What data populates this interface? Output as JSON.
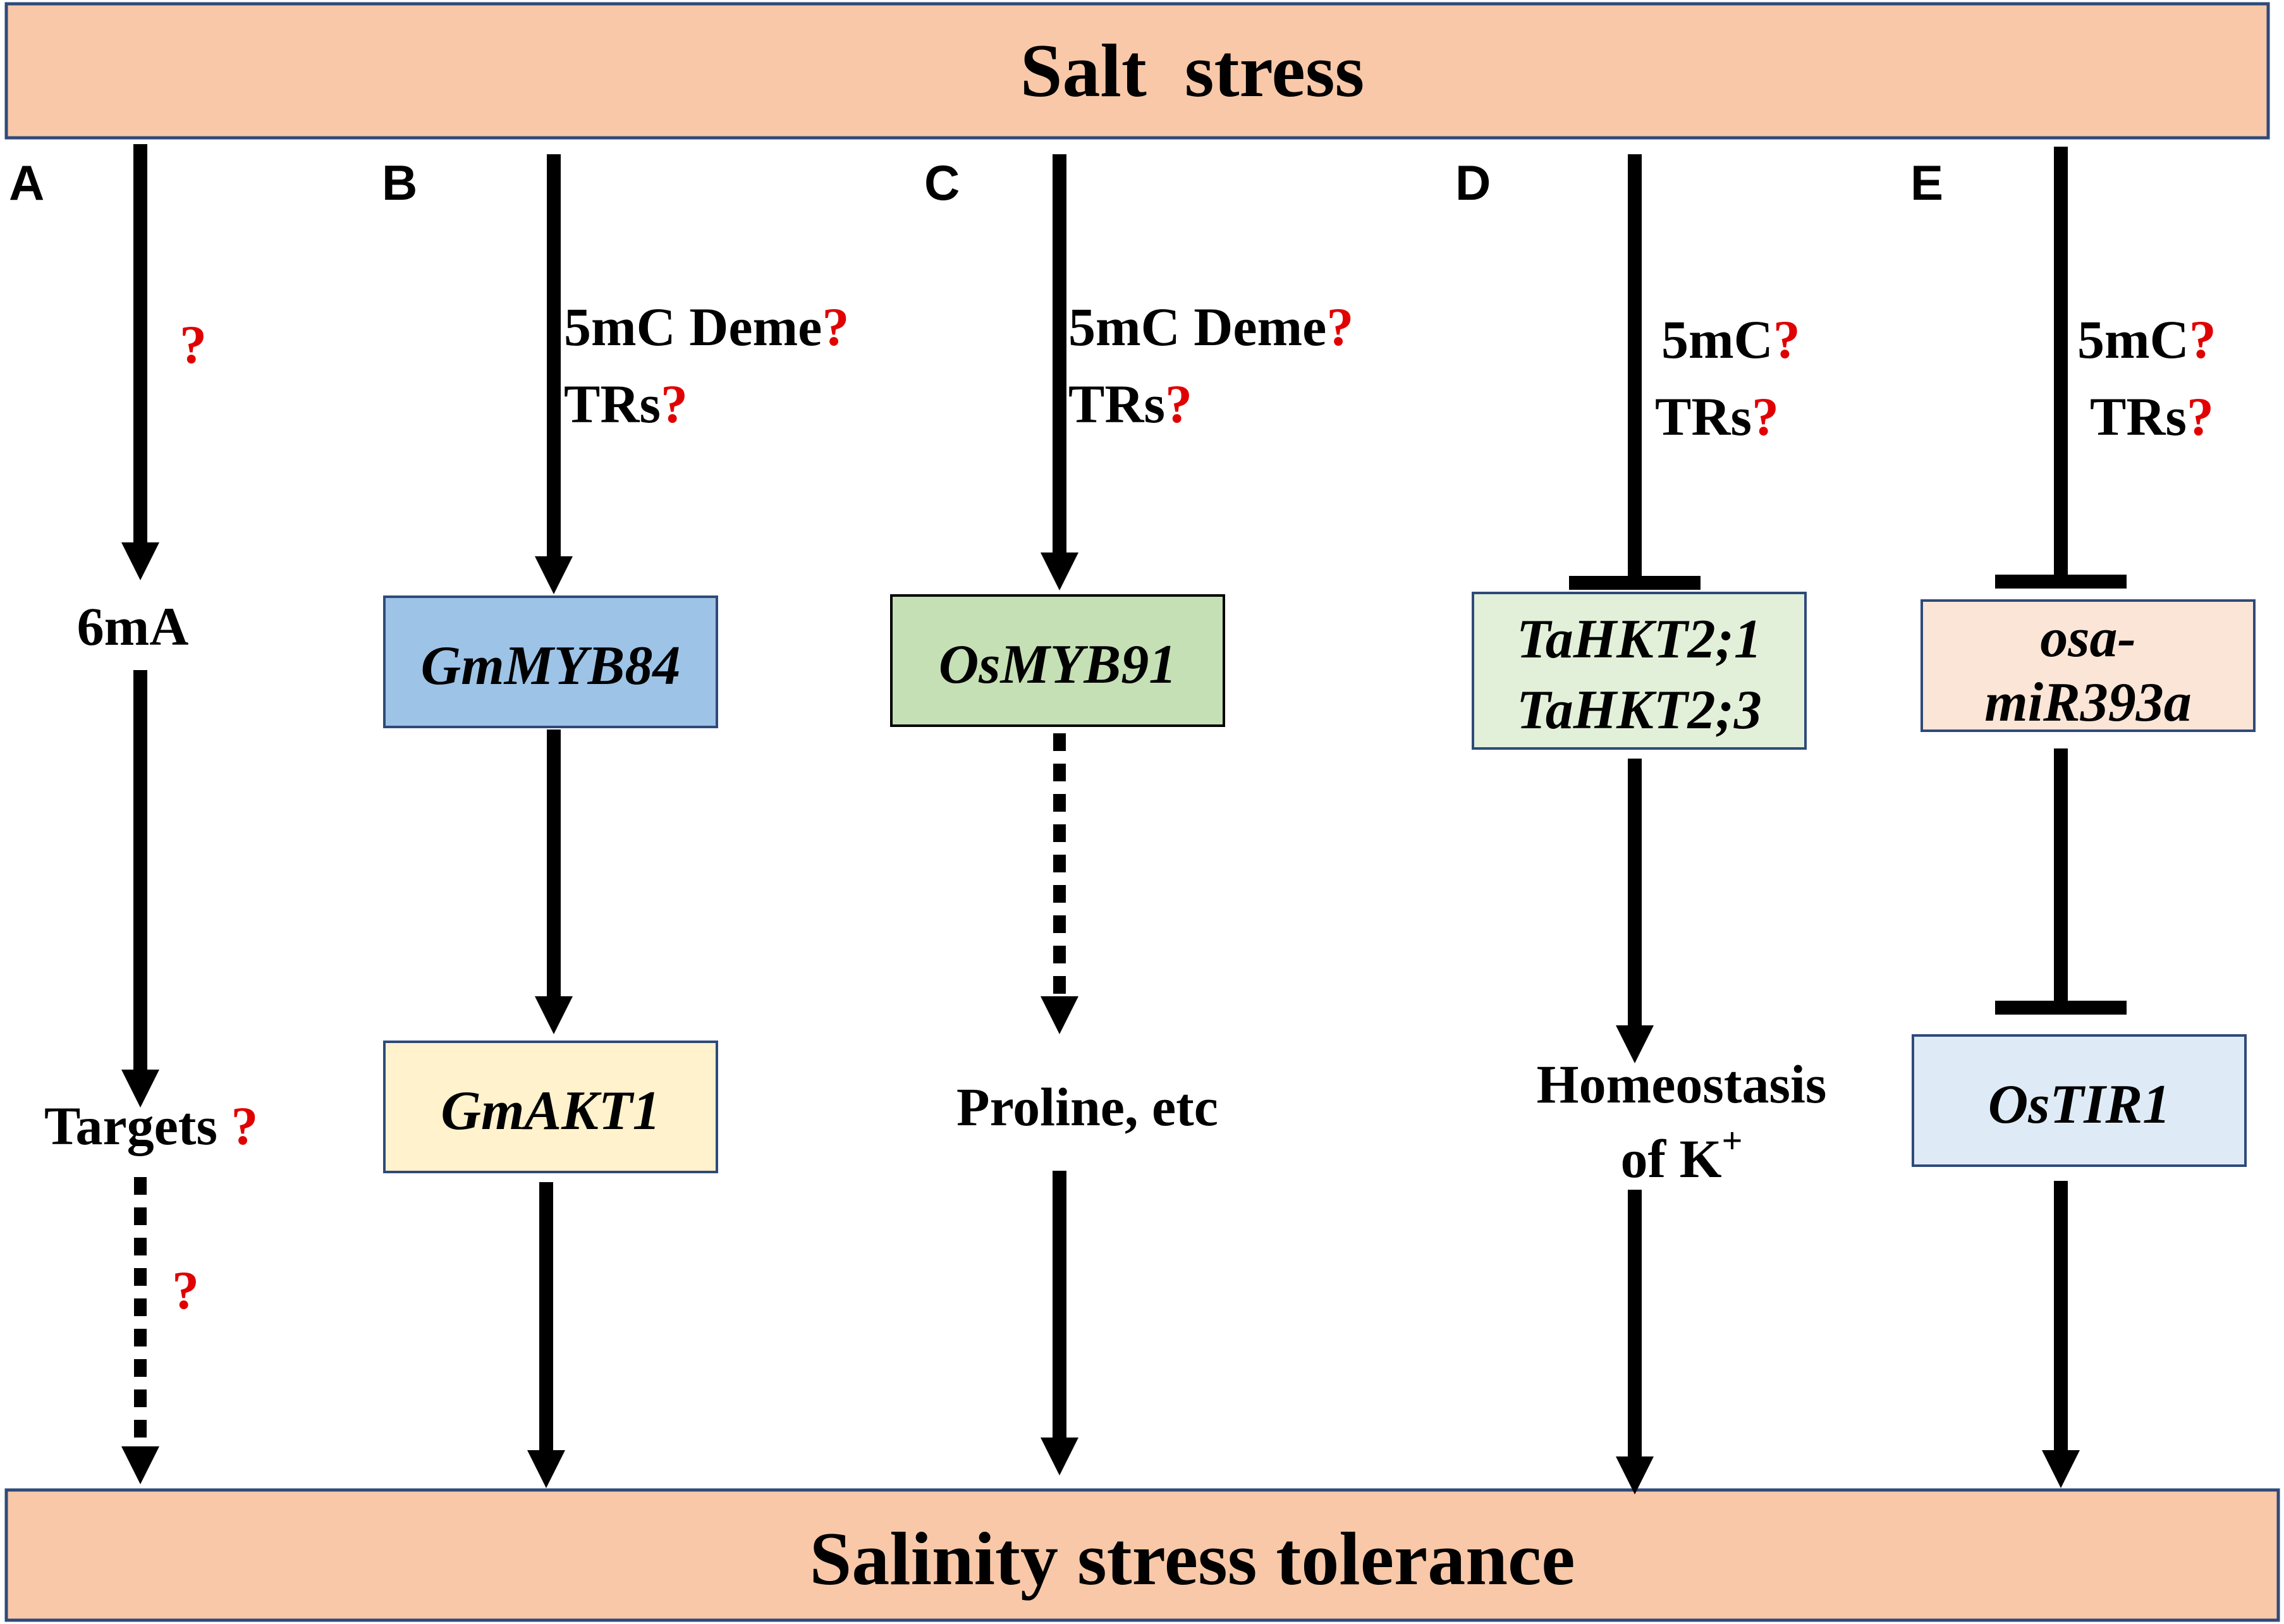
{
  "colors": {
    "band_fill": "#f8c8a8",
    "band_stroke": "#2f4a7a",
    "arrow": "#000000",
    "question_mark": "#e00000",
    "gmmyb84_fill": "#9dc3e6",
    "gmakt1_fill": "#fff2cc",
    "osmyb91_fill": "#c5e0b4",
    "tahkt_fill": "#e2f0d9",
    "mir393_fill": "#fbe5d6",
    "ostir1_fill": "#deebf7"
  },
  "top_band": {
    "label": "Salt  stress"
  },
  "bottom_band": {
    "label": "Salinity stress tolerance"
  },
  "panels": {
    "A": {
      "letter": "A",
      "q1": "?",
      "node1": "6mA",
      "node2": "Targets ",
      "q2": "?",
      "q3": "?"
    },
    "B": {
      "letter": "B",
      "reg1": "5mC Deme",
      "reg1_q": "?",
      "reg2": "TRs",
      "reg2_q": "?",
      "gene1": "GmMYB84",
      "gene2": "GmAKT1"
    },
    "C": {
      "letter": "C",
      "reg1": "5mC Deme",
      "reg1_q": "?",
      "reg2": "TRs",
      "reg2_q": "?",
      "gene1": "OsMYB91",
      "node": "Proline, etc"
    },
    "D": {
      "letter": "D",
      "reg1": "5mC",
      "reg1_q": "?",
      "reg2": "TRs",
      "reg2_q": "?",
      "gene_line1": "TaHKT2;1",
      "gene_line2": "TaHKT2;3",
      "node_line1": "Homeostasis",
      "node_line2": "of K",
      "node_sup": "+"
    },
    "E": {
      "letter": "E",
      "reg1": "5mC",
      "reg1_q": "?",
      "reg2": "TRs",
      "reg2_q": "?",
      "gene1_line1": "osa-",
      "gene1_line2": "miR393a",
      "gene2": "OsTIR1"
    }
  }
}
